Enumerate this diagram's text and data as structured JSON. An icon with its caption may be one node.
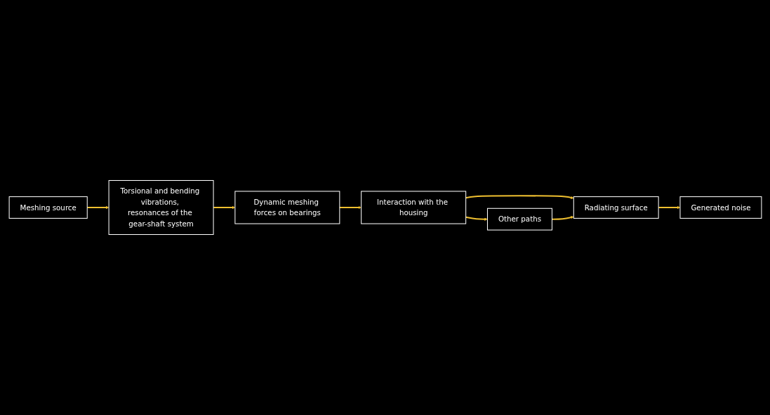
{
  "diagram": {
    "nodes": [
      {
        "text": [
          "Meshing source"
        ]
      },
      {
        "text": [
          "Torsional and bending vibrations, resonances of the gear-shaft system"
        ]
      },
      {
        "text": [
          "Dynamic meshing forces on bearings"
        ]
      },
      {
        "text": [
          "Interaction with the housing"
        ]
      },
      {
        "text": [
          "Radiating surface"
        ]
      },
      {
        "text": [
          "Generated noise"
        ]
      },
      {
        "text": [
          "Other paths"
        ]
      }
    ],
    "edges": [
      {
        "from": 0,
        "to": 1,
        "arrow": "to"
      },
      {
        "from": 1,
        "to": 2,
        "arrow": "to"
      },
      {
        "from": 2,
        "to": 3,
        "arrow": "to"
      },
      {
        "from": 3,
        "to": 4,
        "arrow": "to"
      },
      {
        "from": 4,
        "to": 5,
        "arrow": "to"
      },
      {
        "from": 3,
        "to": 6,
        "arrow": "to"
      },
      {
        "from": 6,
        "to": 4,
        "arrow": "to"
      }
    ]
  }
}
